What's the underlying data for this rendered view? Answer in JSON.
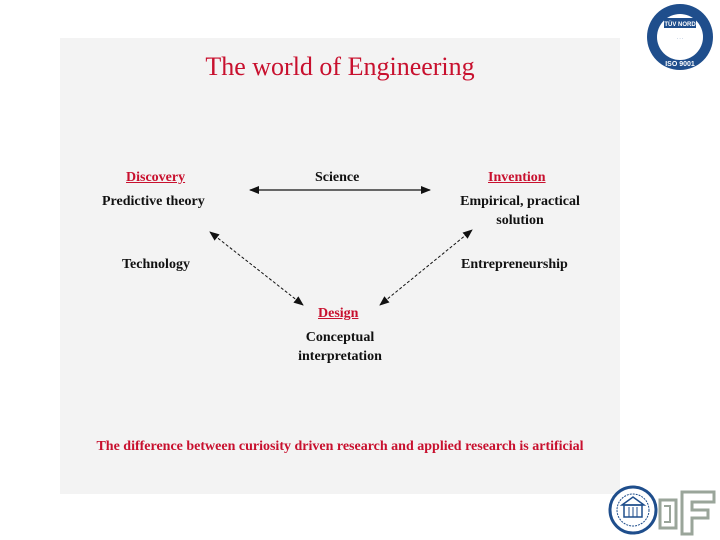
{
  "title": "The world of Engineering",
  "nodes": {
    "discovery": {
      "label": "Discovery",
      "sub": "Predictive theory"
    },
    "science": {
      "label": "Science"
    },
    "invention": {
      "label": "Invention",
      "sub_line1": "Empirical, practical",
      "sub_line2": "solution"
    },
    "technology": {
      "label": "Technology"
    },
    "entrepreneurship": {
      "label": "Entrepreneurship"
    },
    "design": {
      "label": "Design",
      "sub_line1": "Conceptual",
      "sub_line2": "interpretation"
    }
  },
  "footer": "The difference between curiosity driven research and applied research is artificial",
  "logo_text": {
    "tuv": "TÜV NORD",
    "iso": "ISO 9001"
  },
  "colors": {
    "accent": "#c8102e",
    "panel": "#f3f3f3",
    "logo_blue": "#1f4e8c"
  },
  "icons": [
    "tuv-iso-certification-logo",
    "university-seal-logo",
    "faculty-f-logo"
  ]
}
